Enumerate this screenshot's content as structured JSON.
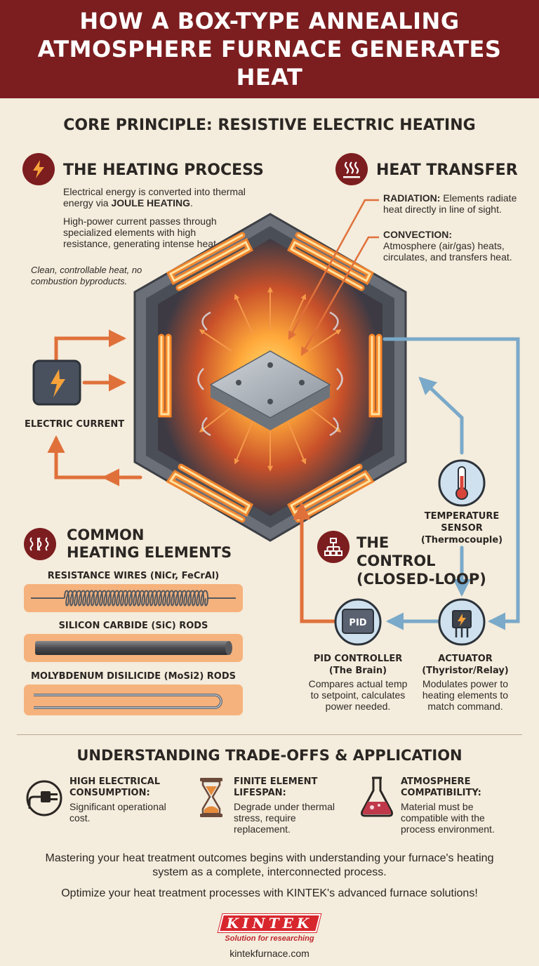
{
  "title": "HOW A BOX-TYPE ANNEALING ATMOSPHERE FURNACE GENERATES HEAT",
  "core_principle": "CORE PRINCIPLE: RESISTIVE ELECTRIC HEATING",
  "heating_process": {
    "title": "THE HEATING PROCESS",
    "p1_pre": "Electrical energy is converted into thermal energy via ",
    "p1_bold": "JOULE HEATING",
    "p1_post": ".",
    "p2": "High-power current passes through specialized elements with high resistance, generating intense heat.",
    "note": "Clean, controllable heat, no combustion byproducts."
  },
  "heat_transfer": {
    "title": "HEAT TRANSFER",
    "radiation_label": "RADIATION:",
    "radiation_text": "Elements radiate heat directly in line of sight.",
    "convection_label": "CONVECTION:",
    "convection_text": "Atmosphere (air/gas) heats, circulates, and transfers heat."
  },
  "electric_current_label": "ELECTRIC CURRENT",
  "common_elements": {
    "title_line1": "COMMON",
    "title_line2": "HEATING ELEMENTS",
    "items": [
      {
        "label": "RESISTANCE WIRES (NiCr, FeCrAl)"
      },
      {
        "label": "SILICON CARBIDE (SiC) RODS"
      },
      {
        "label": "MOLYBDENUM DISILICIDE (MoSi2) RODS"
      }
    ]
  },
  "control": {
    "title_line1": "THE",
    "title_line2": "CONTROL",
    "title_line3": "(CLOSED-LOOP)",
    "sensor_label_line1": "TEMPERATURE",
    "sensor_label_line2": "SENSOR",
    "sensor_label_line3": "(Thermocouple)",
    "pid_icon_text": "PID",
    "pid_label_line1": "PID CONTROLLER",
    "pid_label_line2": "(The Brain)",
    "pid_desc": "Compares actual temp to setpoint, calculates power needed.",
    "actuator_label_line1": "ACTUATOR",
    "actuator_label_line2": "(Thyristor/Relay)",
    "actuator_desc": "Modulates power to heating elements to match command."
  },
  "tradeoffs": {
    "title": "UNDERSTANDING TRADE-OFFS & APPLICATION",
    "items": [
      {
        "icon": "plug-icon",
        "title_line1": "HIGH ELECTRICAL",
        "title_line2": "CONSUMPTION:",
        "text": "Significant operational cost."
      },
      {
        "icon": "hourglass-icon",
        "title_line1": "FINITE ELEMENT",
        "title_line2": "LIFESPAN:",
        "text": "Degrade under thermal stress, require replacement."
      },
      {
        "icon": "flask-icon",
        "title_line1": "ATMOSPHERE",
        "title_line2": "COMPATIBILITY:",
        "text": "Material must be compatible with the process environment."
      }
    ]
  },
  "footer": {
    "line1": "Mastering your heat treatment outcomes begins with understanding your furnace's heating system as a complete, interconnected process.",
    "line2": "Optimize your heat treatment processes with KINTEK's advanced furnace solutions!",
    "brand": "KINTEK",
    "tagline": "Solution for researching",
    "url": "kintekfurnace.com"
  },
  "colors": {
    "banner": "#7c1d1f",
    "background": "#f4ecdc",
    "heat_orange": "#e0703a",
    "cool_blue": "#7aa9c9",
    "element_glow": "#ff9a3c"
  }
}
